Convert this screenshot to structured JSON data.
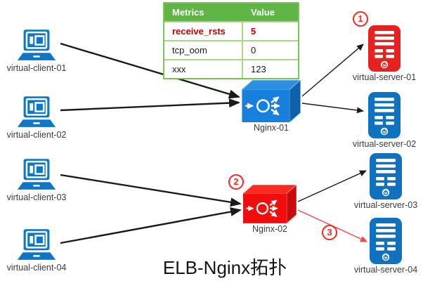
{
  "title": "ELB-Nginx拓扑",
  "metrics_table": {
    "headers": [
      "Metrics",
      "Value"
    ],
    "rows": [
      {
        "metric": "receive_rsts",
        "value": "5",
        "highlighted": true
      },
      {
        "metric": "tcp_oom",
        "value": "0",
        "highlighted": false
      },
      {
        "metric": "xxx",
        "value": "123",
        "highlighted": false
      }
    ]
  },
  "clients": [
    {
      "label": "virtual-client-01"
    },
    {
      "label": "virtual-client-02"
    },
    {
      "label": "virtual-client-03"
    },
    {
      "label": "virtual-client-04"
    }
  ],
  "load_balancers": [
    {
      "label": "Nginx-01",
      "color": "#1780dc"
    },
    {
      "label": "Nginx-02",
      "color": "#f20d0d"
    }
  ],
  "servers": [
    {
      "label": "virtual-server-01",
      "color": "#e8201e"
    },
    {
      "label": "virtual-server-02",
      "color": "#1072bf"
    },
    {
      "label": "virtual-server-03",
      "color": "#1072bf"
    },
    {
      "label": "virtual-server-04",
      "color": "#1072bf"
    }
  ],
  "annotations": [
    {
      "num": "1"
    },
    {
      "num": "2"
    },
    {
      "num": "3"
    }
  ],
  "colors": {
    "client_blue": "#0e76c6",
    "server_blue": "#1072bf",
    "alert_red": "#e8201e",
    "table_header_green": "#5fb545",
    "table_border_green": "#7cc355",
    "metric_highlight_red": "#c00000",
    "annotation_red": "#f5281b",
    "arrow_black": "#1a1a1a",
    "arrow_red": "#fb4141"
  }
}
